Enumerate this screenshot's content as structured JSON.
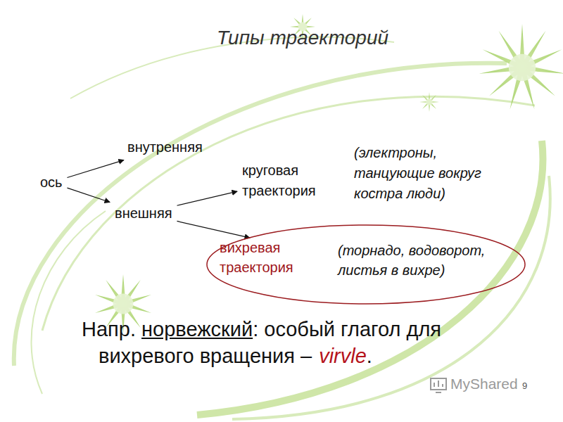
{
  "diagram": {
    "title": "Типы траекторий",
    "nodes": [
      {
        "text": [
          "ось"
        ]
      },
      {
        "text": [
          "внутренняя"
        ]
      },
      {
        "text": [
          "внешняя"
        ]
      },
      {
        "text": [
          "круговая траектория"
        ]
      },
      {
        "text": [
          "вихревая траектория",
          "(торнадо, водоворот, листья в вихре)"
        ]
      }
    ],
    "edges": [
      {
        "from": 0,
        "to": 1,
        "arrow": "to"
      },
      {
        "from": 0,
        "to": 2,
        "arrow": "to"
      },
      {
        "from": 2,
        "to": 3,
        "arrow": "to"
      },
      {
        "from": 2,
        "to": 4,
        "arrow": "to"
      }
    ],
    "labels": [
      "(электроны, танцующие вокруг костра люди)",
      "Напр.",
      "норвежский",
      ": особый глагол для",
      "вихревого вращения –",
      "virvle",
      ".",
      "MyShared",
      "9"
    ]
  }
}
